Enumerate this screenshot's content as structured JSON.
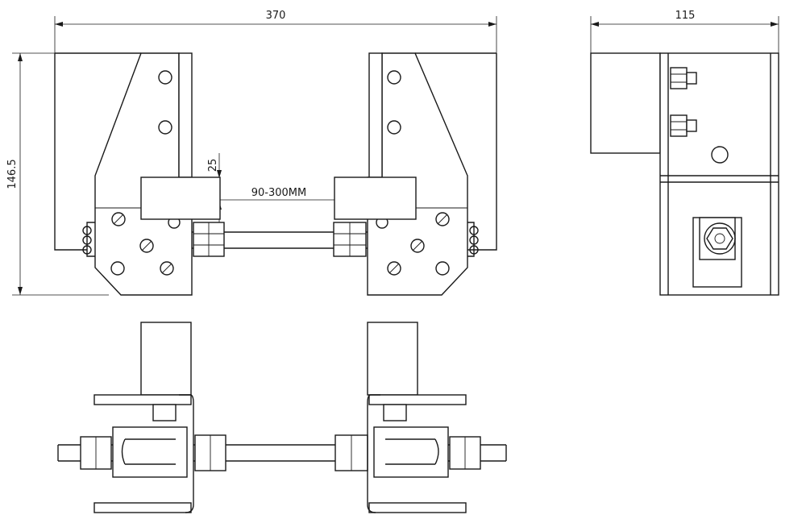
{
  "dimensions": {
    "overall_width": "370",
    "side_width": "115",
    "height": "146.5",
    "plate_thickness": "25",
    "clamp_range": "90-300MM"
  },
  "colors": {
    "line": "#1a1a1a",
    "background": "#ffffff"
  }
}
